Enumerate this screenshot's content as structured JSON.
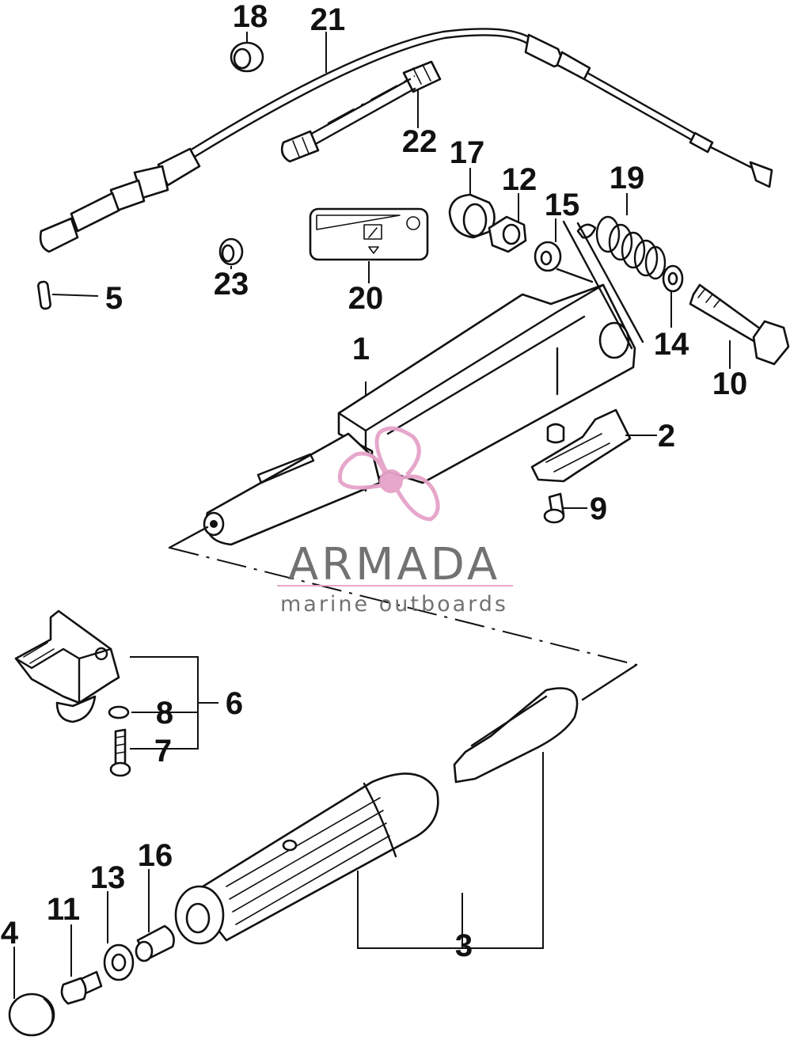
{
  "part_labels": [
    "1",
    "2",
    "3",
    "4",
    "5",
    "6",
    "7",
    "8",
    "9",
    "10",
    "11",
    "12",
    "13",
    "14",
    "15",
    "16",
    "17",
    "18",
    "19",
    "20",
    "21",
    "22",
    "23"
  ],
  "watermark": {
    "brand": "ARMADA",
    "tagline": "marine outboards",
    "accent_color": "#e5a3c9",
    "text_color": "#6b6b6b"
  },
  "colors": {
    "line": "#111111",
    "background": "#ffffff"
  }
}
